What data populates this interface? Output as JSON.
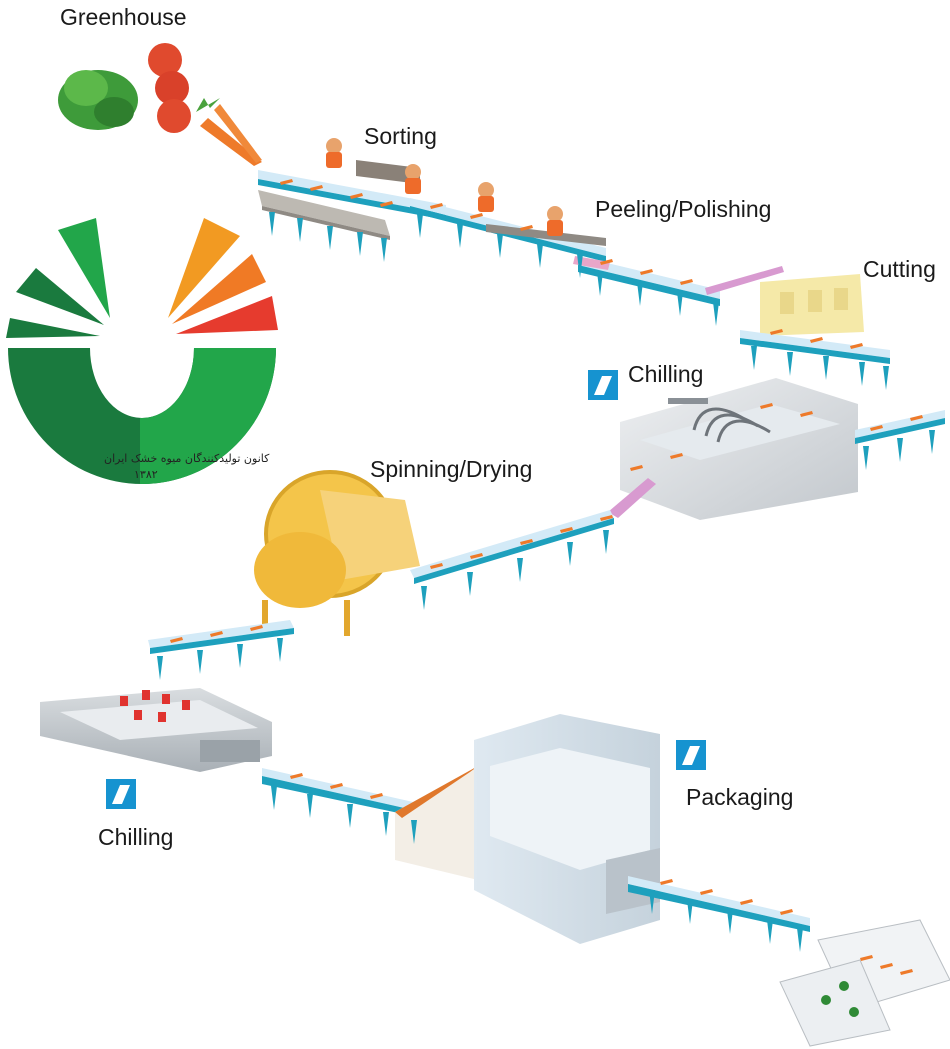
{
  "stages": {
    "greenhouse": "Greenhouse",
    "sorting": "Sorting",
    "peeling": "Peeling/Polishing",
    "cutting": "Cutting",
    "chilling_top": "Chilling",
    "spinning": "Spinning/Drying",
    "chilling_bottom": "Chilling",
    "packaging": "Packaging"
  },
  "logo": {
    "text_fa": "کانون تولیدکنندگان میوه خشک ایران",
    "year": "۱۳۸۲"
  },
  "colors": {
    "belt_top": "#d3eaf7",
    "belt_side": "#1ea0bd",
    "logo_dark_green": "#1a7a3e",
    "logo_green": "#22a64a",
    "logo_orange": "#f29a22",
    "logo_red": "#e63b2e",
    "carrot": "#ee7a2a",
    "machine_grey": "#d6d9dc",
    "brand_blue": "#1693d0"
  },
  "icons": {
    "brand_mark": "al-logo-icon",
    "worker": "worker-icon",
    "vegetables": "vegetables-icon"
  }
}
